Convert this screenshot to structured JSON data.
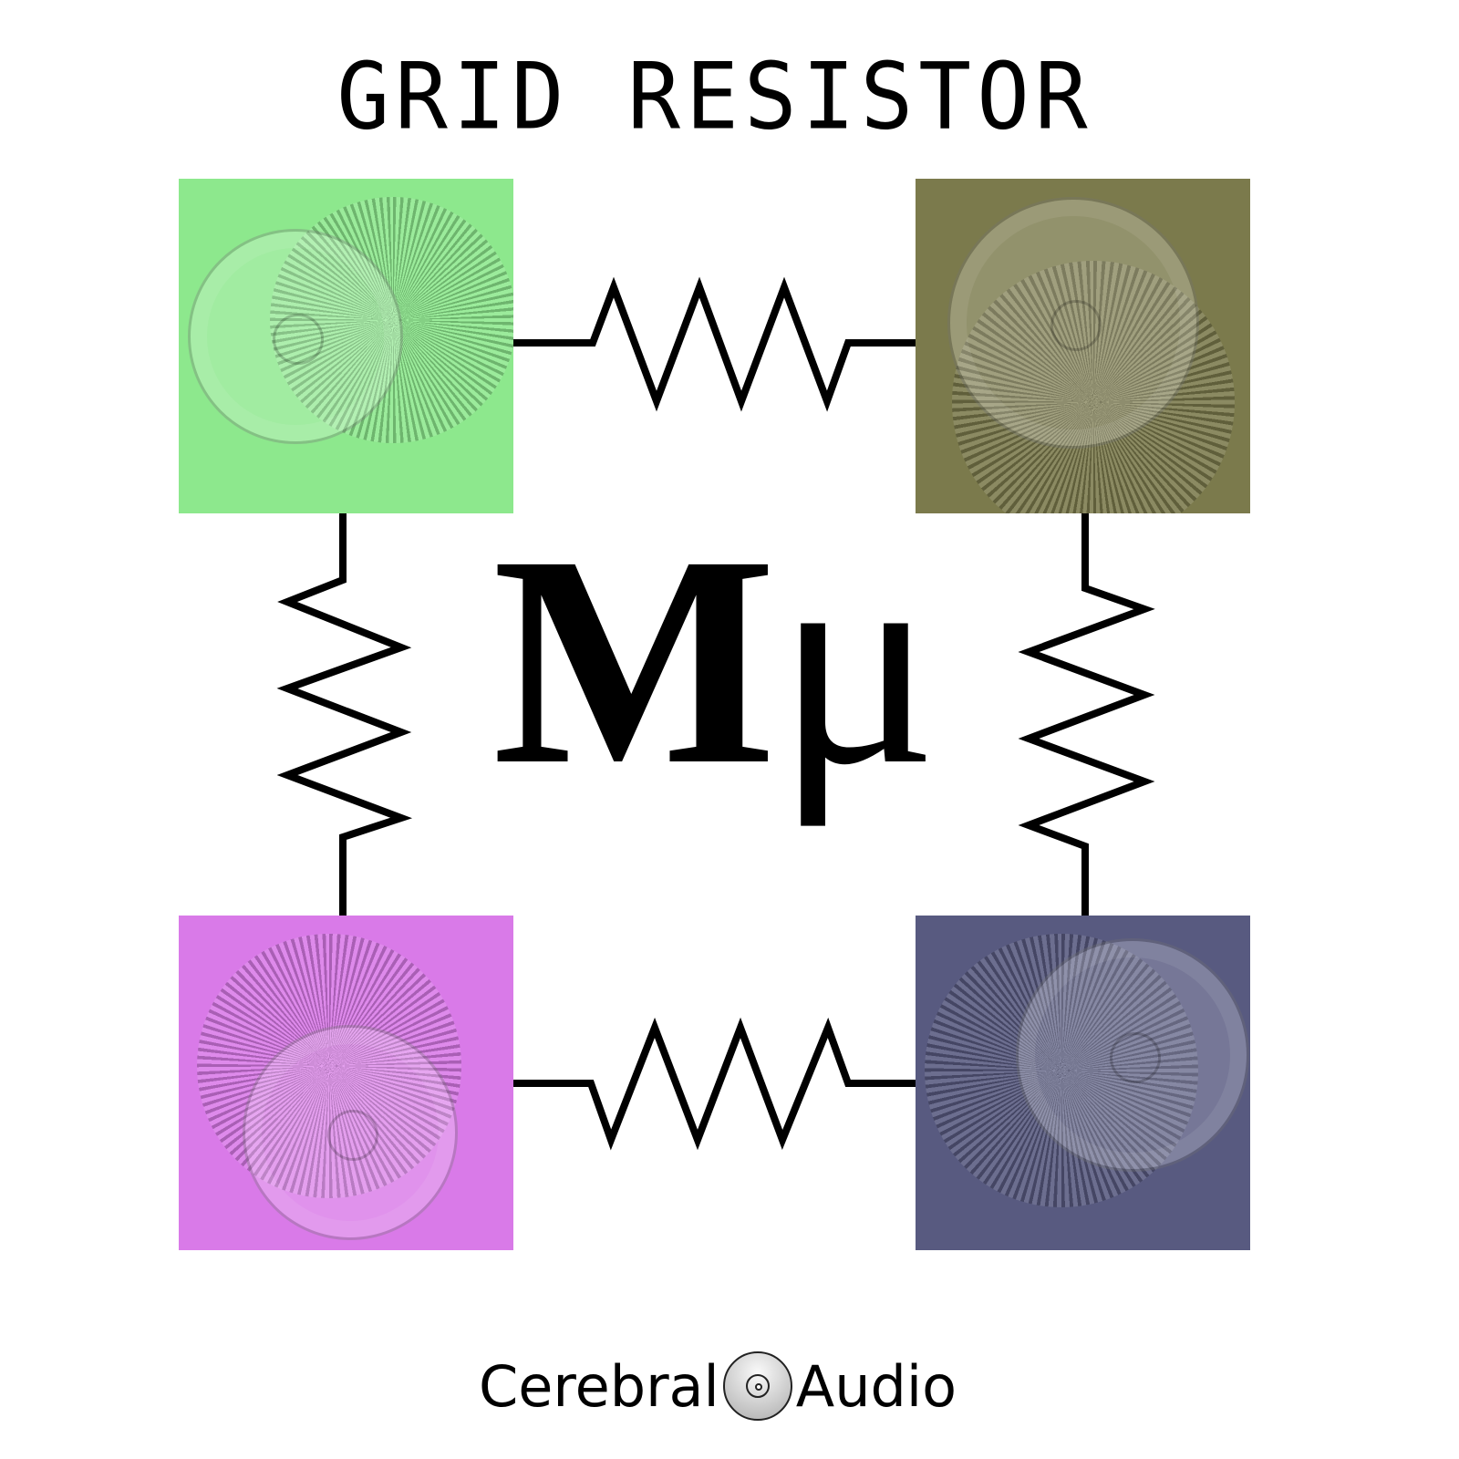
{
  "title": "GRID RESISTOR",
  "symbol": {
    "main": "M",
    "greek": "μ"
  },
  "logo": {
    "left": "Cerebral",
    "right": "Audio",
    "icon": "cd-disc-icon"
  },
  "tiles": [
    {
      "name": "tile-top-left",
      "color": "#8de88d"
    },
    {
      "name": "tile-top-right",
      "color": "#7b7a4c"
    },
    {
      "name": "tile-bottom-left",
      "color": "#d97ae8"
    },
    {
      "name": "tile-bottom-right",
      "color": "#585a80"
    }
  ]
}
